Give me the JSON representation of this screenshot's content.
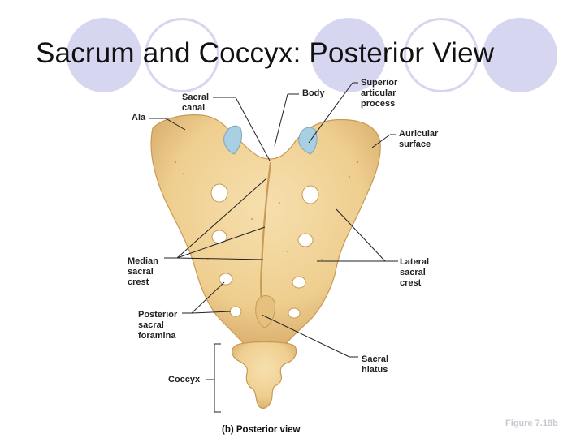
{
  "slide": {
    "title": "Sacrum and Coccyx: Posterior View",
    "figure_caption": "(b) Posterior view",
    "figure_reference": "Figure 7.18b",
    "colors": {
      "bone": "#f1d49a",
      "bone_shadow": "#d9b06a",
      "decor_circle": "#d6d6f0",
      "cartilage": "#a9cfe2"
    }
  },
  "labels": {
    "ala": "Ala",
    "sacral_canal": "Sacral\ncanal",
    "body": "Body",
    "superior_articular_process": "Superior\narticular\nprocess",
    "auricular_surface": "Auricular\nsurface",
    "median_sacral_crest": "Median\nsacral\ncrest",
    "lateral_sacral_crest": "Lateral\nsacral\ncrest",
    "posterior_sacral_foramina": "Posterior\nsacral\nforamina",
    "sacral_hiatus": "Sacral\nhiatus",
    "coccyx": "Coccyx"
  }
}
